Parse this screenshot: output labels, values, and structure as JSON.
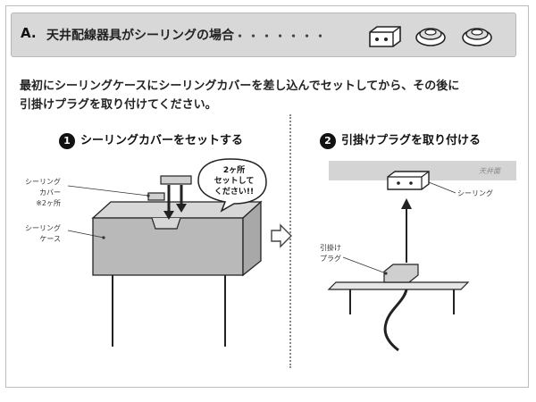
{
  "header": {
    "badge": "A.",
    "title": "天井配線器具がシーリングの場合",
    "dots": "・・・・・・・"
  },
  "instruction": {
    "line1": "最初にシーリングケースにシーリングカバーを差し込んでセットしてから、その後に",
    "line2": "引掛けプラグを取り付けてください。"
  },
  "steps": [
    {
      "num": "1",
      "label": "シーリングカバーをセットする"
    },
    {
      "num": "2",
      "label": "引掛けプラグを取り付ける"
    }
  ],
  "left_illustration": {
    "label_cover": "シーリング",
    "label_cover2": "カバー",
    "label_cover_note": "※2ヶ所",
    "label_case": "シーリング",
    "label_case2": "ケース",
    "bubble_line1": "2ヶ所",
    "bubble_line2": "セットして",
    "bubble_line3": "ください!!"
  },
  "right_illustration": {
    "ceiling_label": "天井面",
    "ceiling_device_label": "シーリング",
    "plug_label": "引掛け",
    "plug_label2": "プラグ"
  },
  "icons": [
    "ceiling-fixture-square-icon",
    "ceiling-fixture-round-icon",
    "ceiling-fixture-round-icon"
  ]
}
